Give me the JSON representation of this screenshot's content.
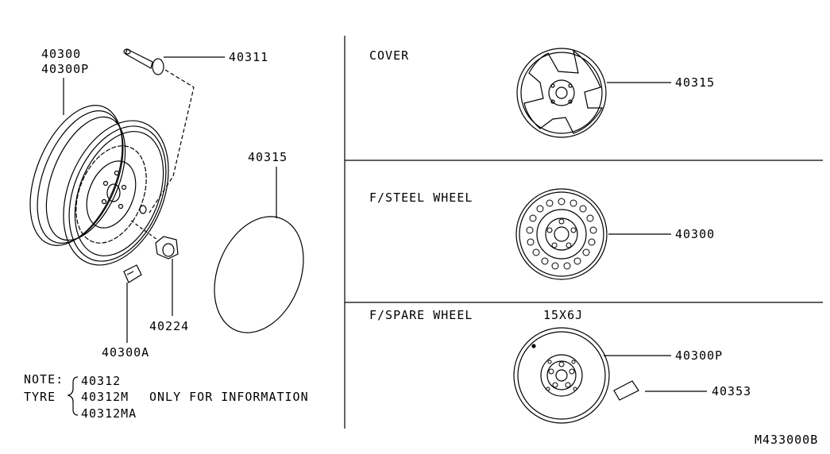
{
  "left": {
    "wheel_parts": [
      "40300",
      "40300P"
    ],
    "valve": "40311",
    "nut": "40224",
    "weight": "40300A",
    "cover": "40315"
  },
  "note": {
    "label1": "NOTE:",
    "label2": "TYRE",
    "parts": [
      "40312",
      "40312M",
      "40312MA"
    ],
    "info": "ONLY FOR INFORMATION"
  },
  "sections": {
    "cover": {
      "title": "COVER",
      "part": "40315"
    },
    "steel": {
      "title": "F/STEEL WHEEL",
      "part": "40300"
    },
    "spare": {
      "title": "F/SPARE WHEEL",
      "size": "15X6J",
      "part": "40300P",
      "part2": "40353"
    }
  },
  "diagram_code": "M433000B"
}
